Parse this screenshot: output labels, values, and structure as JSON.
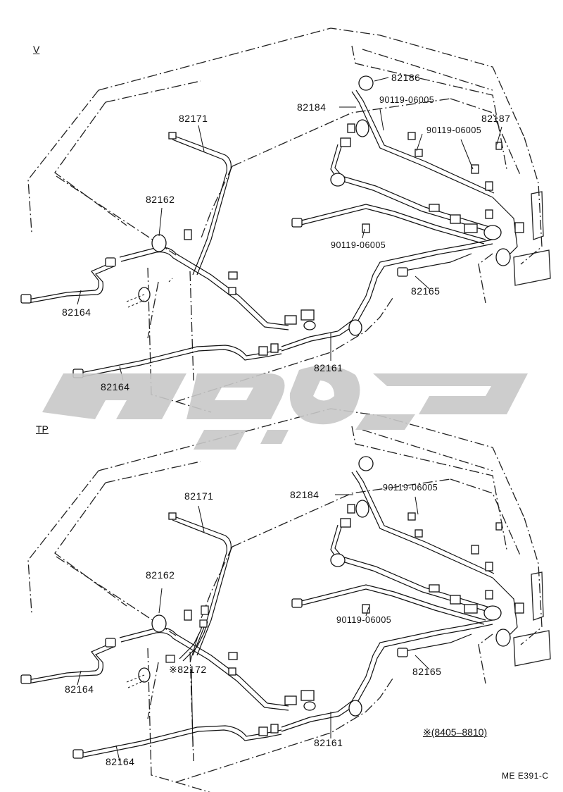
{
  "sections": [
    {
      "id": "top",
      "heading": "V",
      "labels": {
        "p82171": "82171",
        "p82162": "82162",
        "p82164_a": "82164",
        "p82164_b": "82164",
        "p82161": "82161",
        "p82165": "82165",
        "p82184": "82184",
        "p82186": "82186",
        "p82187": "82187",
        "bolt_a": "90119-06005",
        "bolt_b": "90119-06005",
        "bolt_c": "90119-06005"
      }
    },
    {
      "id": "bottom",
      "heading": "TP",
      "labels": {
        "p82171": "82171",
        "p82162": "82162",
        "p82172": "※82172",
        "p82164_a": "82164",
        "p82164_b": "82164",
        "p82161": "82161",
        "p82165": "82165",
        "p82184": "82184",
        "bolt_a": "90119-06005",
        "bolt_b": "90119-06005"
      }
    }
  ],
  "note": "※(8405–8810)",
  "diagram_code": "ME E391-C",
  "watermark": {
    "kind": "logo",
    "text": "كوچک",
    "color": "#c8c8c8"
  }
}
